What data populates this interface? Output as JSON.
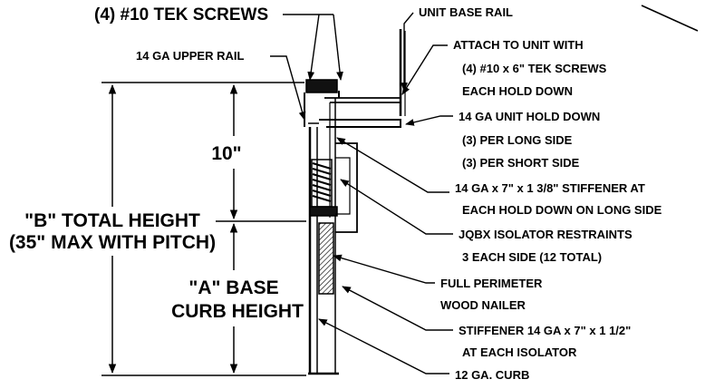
{
  "callouts": {
    "tek_screws": "(4) #10 TEK SCREWS",
    "upper_rail": "14 GA UPPER RAIL",
    "unit_base_rail": "UNIT BASE RAIL",
    "attach": [
      "ATTACH TO UNIT WITH",
      "(4) #10 x 6\" TEK SCREWS",
      "EACH HOLD DOWN"
    ],
    "hold_down": [
      "14 GA UNIT HOLD DOWN",
      "(3) PER LONG SIDE",
      "(3) PER SHORT SIDE"
    ],
    "stiffener_top": [
      "14 GA x 7\" x 1 3/8\" STIFFENER AT",
      "EACH HOLD DOWN ON LONG SIDE"
    ],
    "isolator": [
      "JQBX ISOLATOR RESTRAINTS",
      "3 EACH SIDE (12 TOTAL)"
    ],
    "nailer": [
      "FULL PERIMETER",
      "WOOD NAILER"
    ],
    "stiffener_bottom": [
      "STIFFENER 14 GA x 7\" x 1 1/2\"",
      "AT EACH ISOLATOR"
    ],
    "curb": "12 GA. CURB"
  },
  "dimensions": {
    "upper": "10\"",
    "total": [
      "\"B\" TOTAL HEIGHT",
      "(35\" MAX WITH PITCH)"
    ],
    "base": [
      "\"A\" BASE",
      "CURB HEIGHT"
    ]
  }
}
